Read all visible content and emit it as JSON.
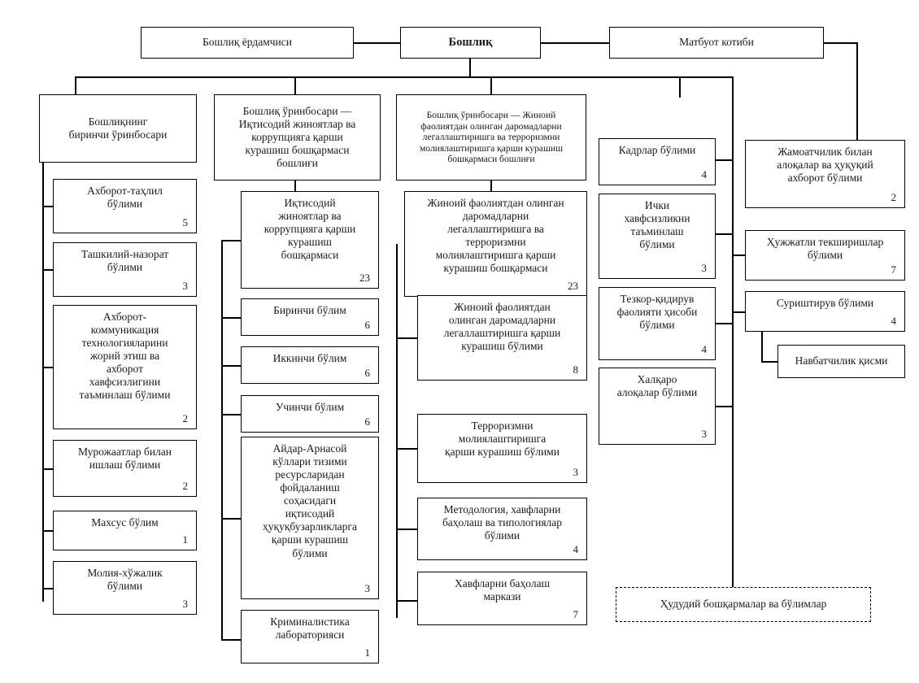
{
  "diagram": {
    "title": "Organizational structure chart",
    "language": "Uzbek (Cyrillic)",
    "line_color": "#000000",
    "box_fill": "#ffffff"
  },
  "top_row": {
    "assistant": {
      "label": "Бошлиқ ёрдамчиси"
    },
    "chief": {
      "label": "Бошлиқ"
    },
    "press": {
      "label": "Матбуот котиби"
    }
  },
  "col1": {
    "head": {
      "label": "Бошлиқнинг\nбиринчи ўринбосари"
    },
    "items": [
      {
        "label": "Ахборот-таҳлил\nбўлими",
        "count": "5"
      },
      {
        "label": "Ташкилий-назорат\nбўлими",
        "count": "3"
      },
      {
        "label": "Ахборот-\nкоммуникация\nтехнологияларини\nжорий этиш ва\nахборот\nхавфсизлигини\nтаъминлаш бўлими",
        "count": "2"
      },
      {
        "label": "Мурожаатлар билан\nишлаш бўлими",
        "count": "2"
      },
      {
        "label": "Махсус бўлим",
        "count": "1"
      },
      {
        "label": "Молия-хўжалик\nбўлими",
        "count": "3"
      }
    ]
  },
  "col2": {
    "head": {
      "label": "Бошлиқ ўринбосари —\nИқтисодий жиноятлар ва\nкоррупцияга қарши\nкурашиш бошқармаси\nбошлиғи"
    },
    "items": [
      {
        "label": "Иқтисодий\nжиноятлар ва\nкоррупцияга қарши\nкурашиш\nбошқармаси",
        "count": "23"
      },
      {
        "label": "Биринчи бўлим",
        "count": "6"
      },
      {
        "label": "Иккинчи бўлим",
        "count": "6"
      },
      {
        "label": "Учинчи бўлим",
        "count": "6"
      },
      {
        "label": "Айдар-Арнасой\nкўллари тизими\nресурсларидан\nфойдаланиш\nсоҳасидаги\nиқтисодий\nҳуқуқбузарликларга\nқарши курашиш\nбўлими",
        "count": "3"
      },
      {
        "label": "Криминалистика\nлабораторияси",
        "count": "1"
      }
    ]
  },
  "col3": {
    "head": {
      "label": "Бошлиқ ўринбосари — Жиноий\nфаолиятдан олинган даромадларни\nлегаллаштиришга ва терроризмни\nмолиялаштиришга қарши курашиш\nбошқармаси бошлиғи"
    },
    "items": [
      {
        "label": "Жиноий фаолиятдан олинган\nдаромадларни\nлегаллаштиришга ва\nтерроризмни\nмолиялаштиришга қарши\nкурашиш бошқармаси",
        "count": "23"
      },
      {
        "label": "Жиноий фаолиятдан\nолинган даромадларни\nлегаллаштиришга қарши\nкурашиш бўлими",
        "count": "8"
      },
      {
        "label": "Терроризмни\nмолиялаштиришга\nқарши курашиш бўлими",
        "count": "3"
      },
      {
        "label": "Методология, хавфларни\nбаҳолаш ва типологиялар\nбўлими",
        "count": "4"
      },
      {
        "label": "Хавфларни баҳолаш\nмаркази",
        "count": "7"
      }
    ]
  },
  "col4": {
    "items": [
      {
        "label": "Кадрлар бўлими",
        "count": "4"
      },
      {
        "label": "Ички\nхавфсизликни\nтаъминлаш\nбўлими",
        "count": "3"
      },
      {
        "label": "Тезкор-қидирув\nфаолияти ҳисоби\nбўлими",
        "count": "4"
      },
      {
        "label": "Халқаро\nалоқалар бўлими",
        "count": "3"
      }
    ]
  },
  "col5": {
    "items": [
      {
        "label": "Жамоатчилик билан\nалоқалар ва ҳуқуқий\nахборот бўлими",
        "count": "2"
      },
      {
        "label": "Ҳужжатли текширишлар\nбўлими",
        "count": "7"
      },
      {
        "label": "Суриштирув бўлими",
        "count": "4"
      },
      {
        "label": "Навбатчилик қисми",
        "count": ""
      }
    ]
  },
  "footer": {
    "regional": {
      "label": "Ҳудудий бошқармалар ва бўлимлар"
    }
  }
}
